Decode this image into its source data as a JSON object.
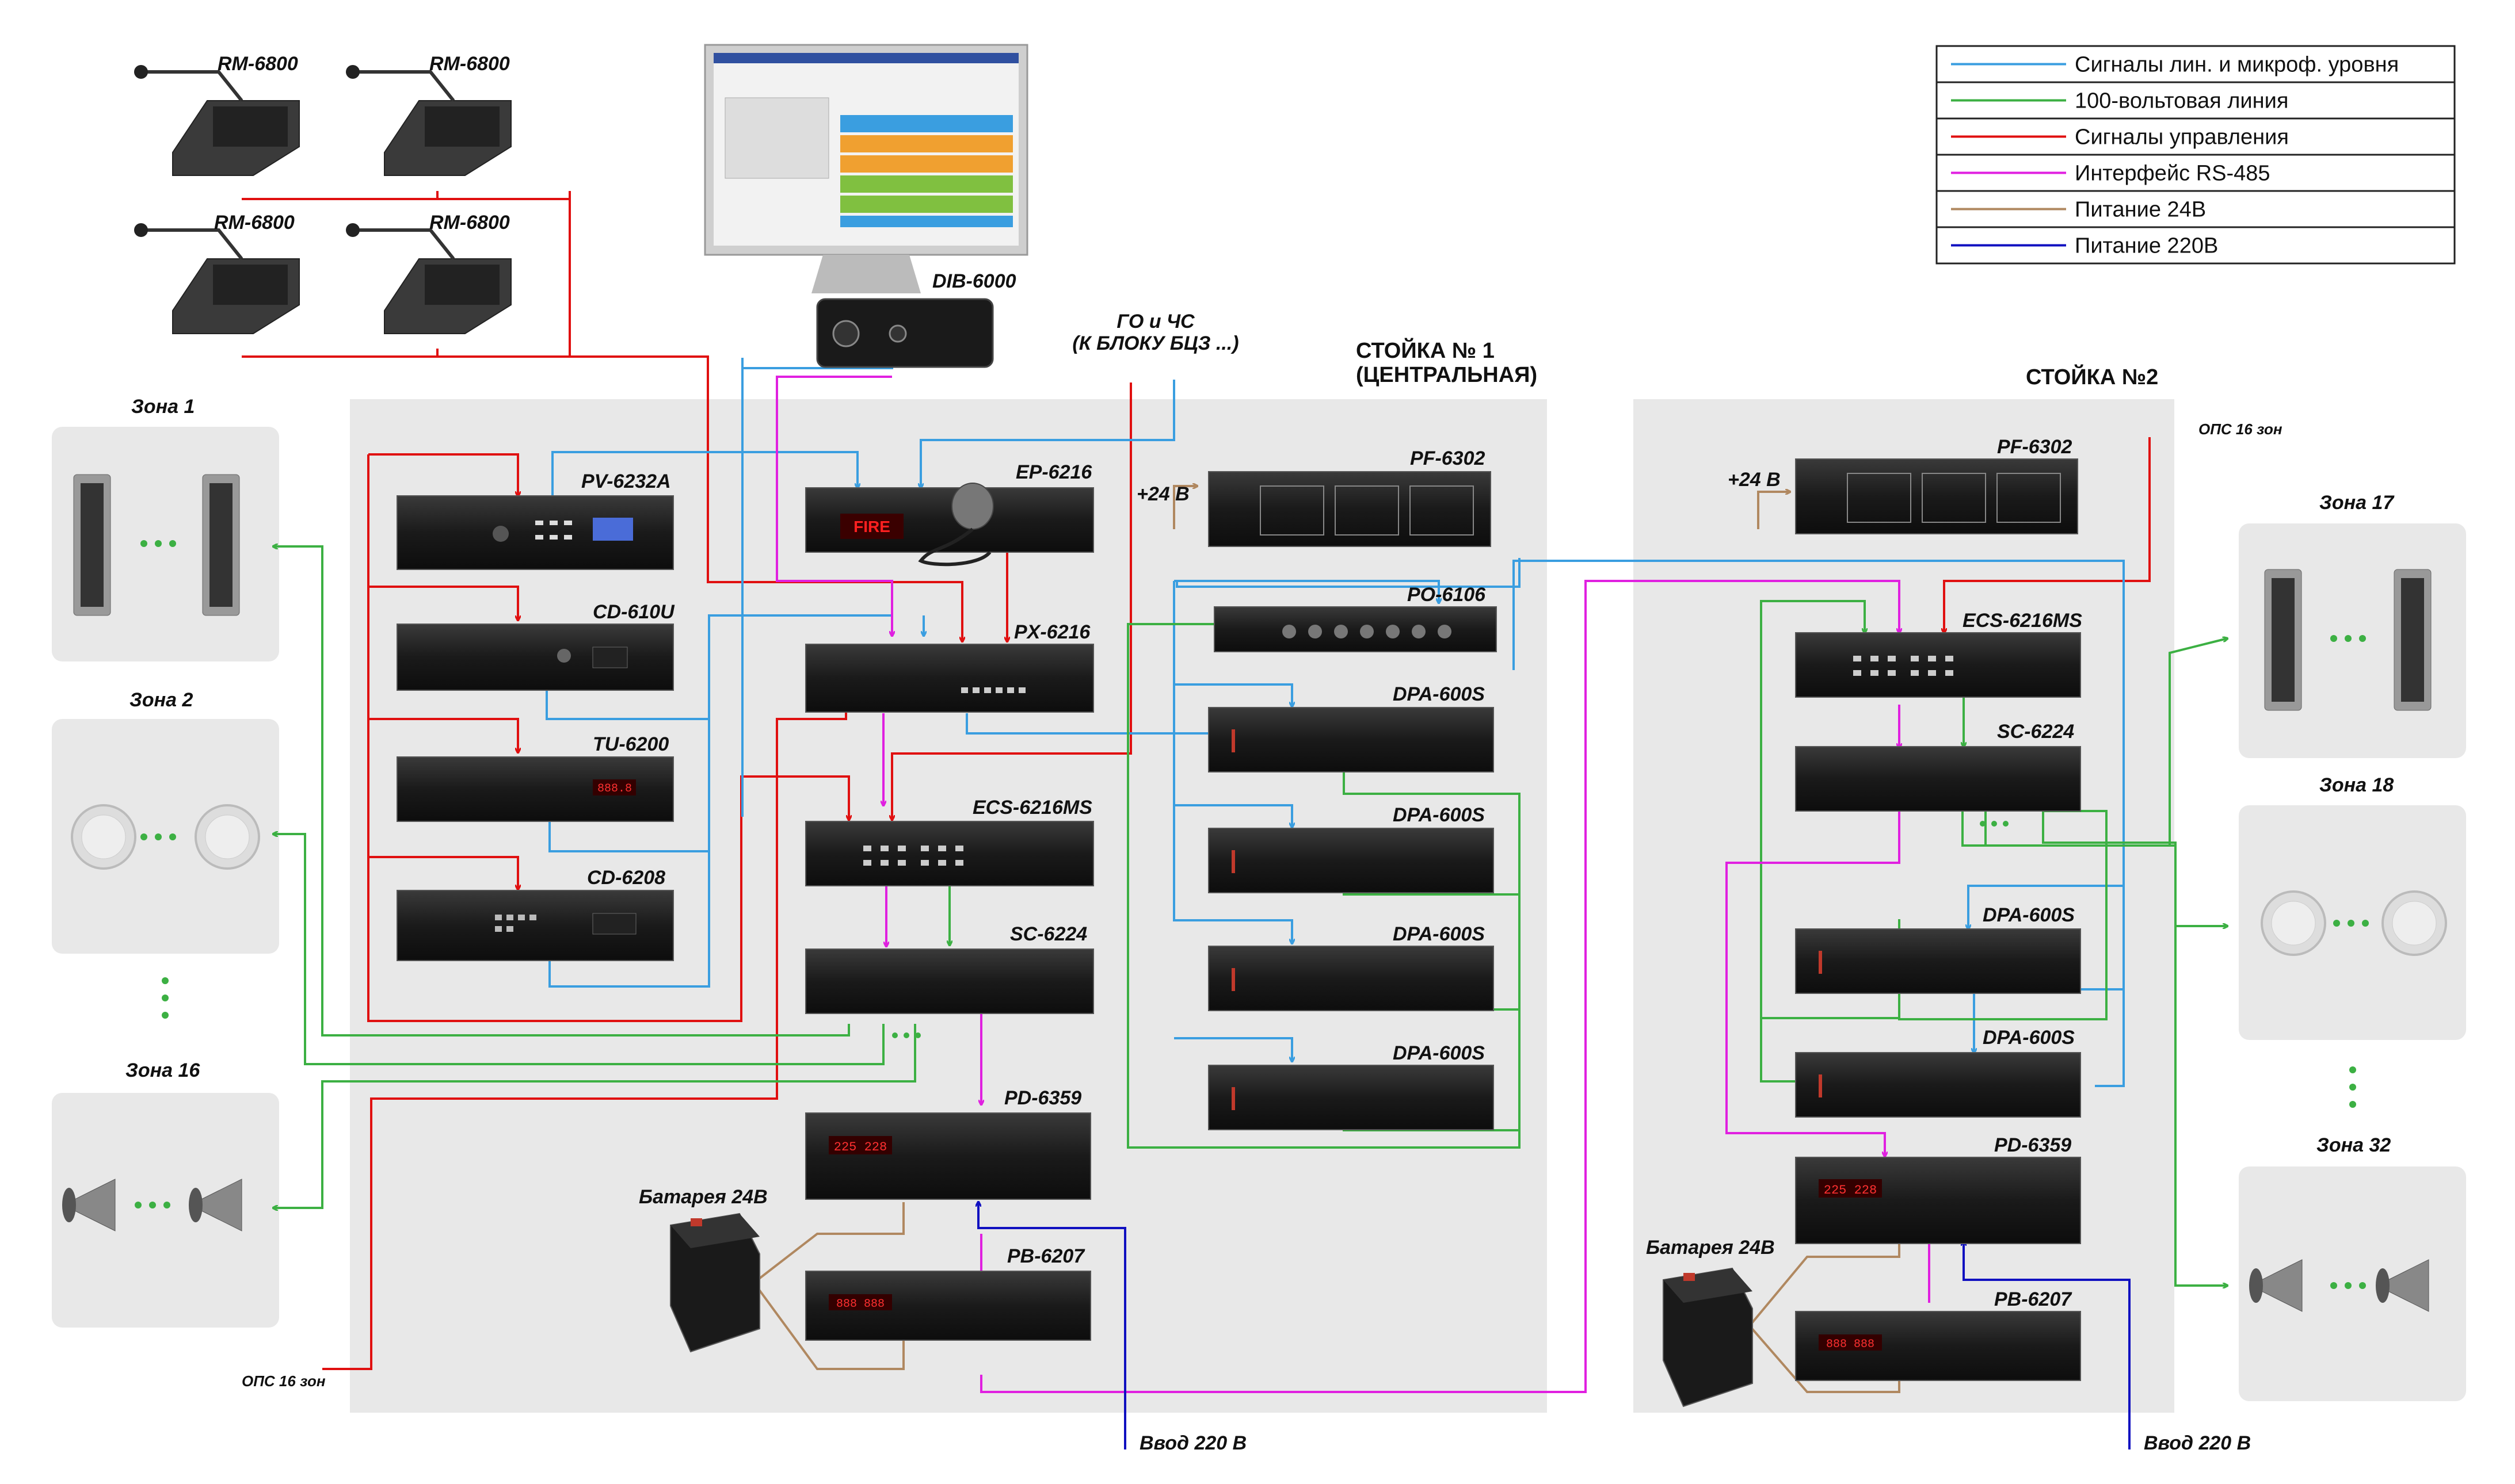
{
  "legend": [
    {
      "label": "Сигналы лин. и микроф. уровня",
      "color": "#3a9ee0"
    },
    {
      "label": "100-вольтовая линия",
      "color": "#3cb043"
    },
    {
      "label": "Сигналы управления",
      "color": "#e01010"
    },
    {
      "label": "Интерфейс RS-485",
      "color": "#e020e0"
    },
    {
      "label": "Питание 24В",
      "color": "#b08860"
    },
    {
      "label": "Питание 220В",
      "color": "#1010c0"
    }
  ],
  "racks": {
    "rack1_title": [
      "СТОЙКА № 1",
      "(ЦЕНТРАЛЬНАЯ)"
    ],
    "rack2_title": "СТОЙКА №2"
  },
  "consoles": [
    "RM-6800",
    "RM-6800",
    "RM-6800",
    "RM-6800"
  ],
  "dib": "DIB-6000",
  "go_chs": [
    "ГО и ЧС",
    "(К БЛОКУ БЦЗ ...)"
  ],
  "rack1_left": [
    "PV-6232A",
    "CD-610U",
    "TU-6200",
    "CD-6208"
  ],
  "rack1_center": [
    "EP-6216",
    "PX-6216",
    "ECS-6216MS",
    "SC-6224",
    "PD-6359",
    "PB-6207"
  ],
  "rack1_right": [
    "PF-6302",
    "PO-6106",
    "DPA-600S",
    "DPA-600S",
    "DPA-600S",
    "DPA-600S"
  ],
  "rack2": [
    "PF-6302",
    "ECS-6216MS",
    "SC-6224",
    "DPA-600S",
    "DPA-600S",
    "PD-6359",
    "PB-6207"
  ],
  "plus24": "+24 В",
  "battery": "Батарея 24В",
  "mains": "Ввод 220 В",
  "ops": "ОПС 16 зон",
  "fire_text": "FIRE",
  "zones_left": [
    "Зона 1",
    "Зона 2",
    "Зона 16"
  ],
  "zones_right": [
    "Зона 17",
    "Зона 18",
    "Зона 32"
  ]
}
